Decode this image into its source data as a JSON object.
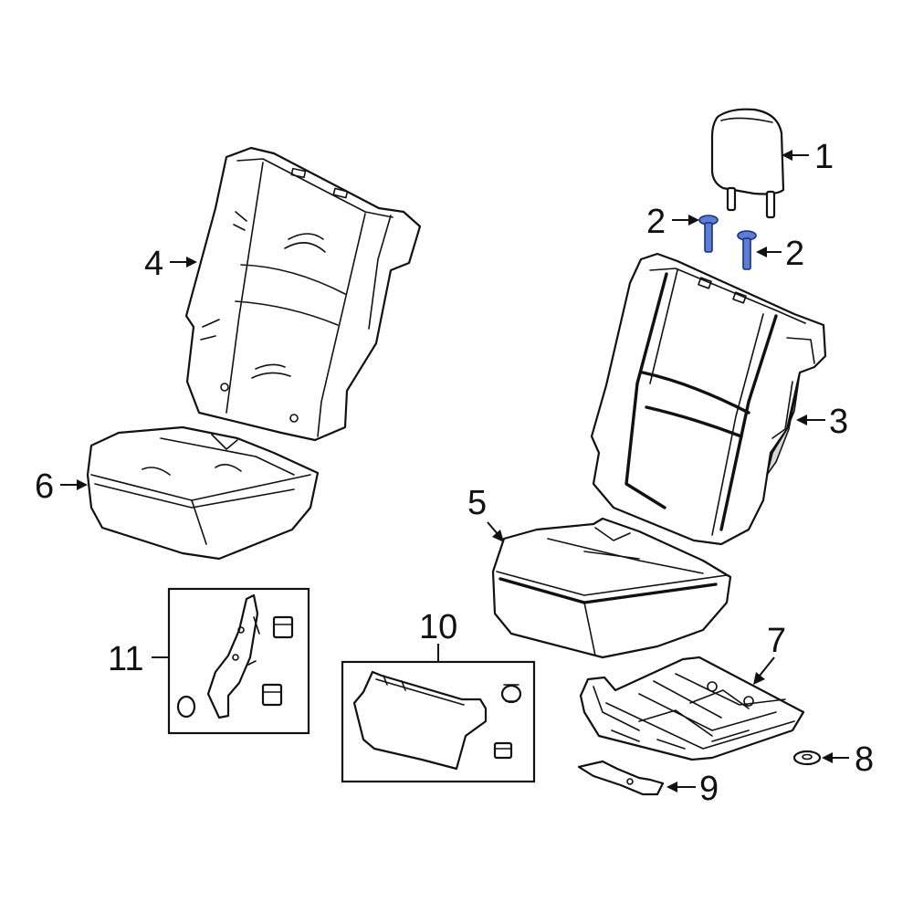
{
  "diagram": {
    "colors": {
      "line": "#111111",
      "highlight": "#5b7fd8",
      "background": "#ffffff"
    },
    "callouts": {
      "c1": "1",
      "c2a": "2",
      "c2b": "2",
      "c3": "3",
      "c4": "4",
      "c5": "5",
      "c6": "6",
      "c7": "7",
      "c8": "8",
      "c9": "9",
      "c10": "10",
      "c11": "11"
    }
  }
}
